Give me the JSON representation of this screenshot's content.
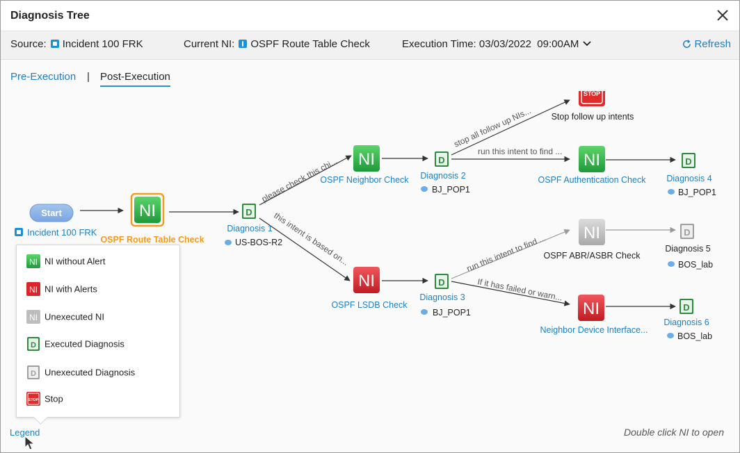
{
  "window": {
    "title": "Diagnosis Tree"
  },
  "infobar": {
    "source_label": "Source:",
    "source_value": "Incident 100 FRK",
    "current_label": "Current NI:",
    "current_value": "OSPF Route Table Check",
    "exec_label": "Execution Time:",
    "exec_value": "03/03/2022  09:00AM",
    "refresh_label": "Refresh"
  },
  "tabs": {
    "pre": "Pre-Execution",
    "separator": "|",
    "post": "Post-Execution",
    "active": "Post-Execution"
  },
  "graph": {
    "start_label": "Start",
    "start_source": "Incident 100 FRK",
    "ni_icon_text": "NI",
    "diag_icon_text": "D",
    "stop_icon_text": "STOP",
    "root_ni": "OSPF Route Table Check",
    "diagnosis_1": {
      "name": "Diagnosis 1",
      "device": "US-BOS-R2"
    },
    "edge_1": "please check this chi...",
    "edge_2": "this intent is based on...",
    "ni_neighbor": "OSPF Neighbor Check",
    "ni_lsdb": "OSPF LSDB Check",
    "diagnosis_2": {
      "name": "Diagnosis 2",
      "device": "BJ_POP1"
    },
    "diagnosis_3": {
      "name": "Diagnosis 3",
      "device": "BJ_POP1"
    },
    "edge_3": "stop all follow up NIs...",
    "edge_4": "run this intent to find ...",
    "edge_5": "run this intent to find ...",
    "edge_6": "If it has failed or warn...",
    "stop_label": "Stop follow up intents",
    "ni_auth": "OSPF Authentication Check",
    "ni_abr": "OSPF ABR/ASBR Check",
    "ni_neighbor_device": "Neighbor Device Interface...",
    "diagnosis_4": {
      "name": "Diagnosis 4",
      "device": "BJ_POP1"
    },
    "diagnosis_5": {
      "name": "Diagnosis 5",
      "device": "BOS_lab"
    },
    "diagnosis_6": {
      "name": "Diagnosis 6",
      "device": "BOS_lab"
    }
  },
  "legend": {
    "link_label": "Legend",
    "items": [
      {
        "label": "NI without Alert",
        "icon": "ni-green-icon"
      },
      {
        "label": "NI with Alerts",
        "icon": "ni-red-icon"
      },
      {
        "label": "Unexecuted NI",
        "icon": "ni-gray-icon"
      },
      {
        "label": "Executed Diagnosis",
        "icon": "diagnosis-green-icon"
      },
      {
        "label": "Unexecuted Diagnosis",
        "icon": "diagnosis-gray-icon"
      },
      {
        "label": "Stop",
        "icon": "stop-icon"
      }
    ]
  },
  "hint": "Double click NI to open",
  "colors": {
    "accent": "#1e7fc3",
    "ni_green": "#2fb14a",
    "ni_red": "#d8262c",
    "ni_gray": "#bdbdbd",
    "diag_green": "#2e8b3e",
    "highlight_orange": "#f59a1b"
  }
}
